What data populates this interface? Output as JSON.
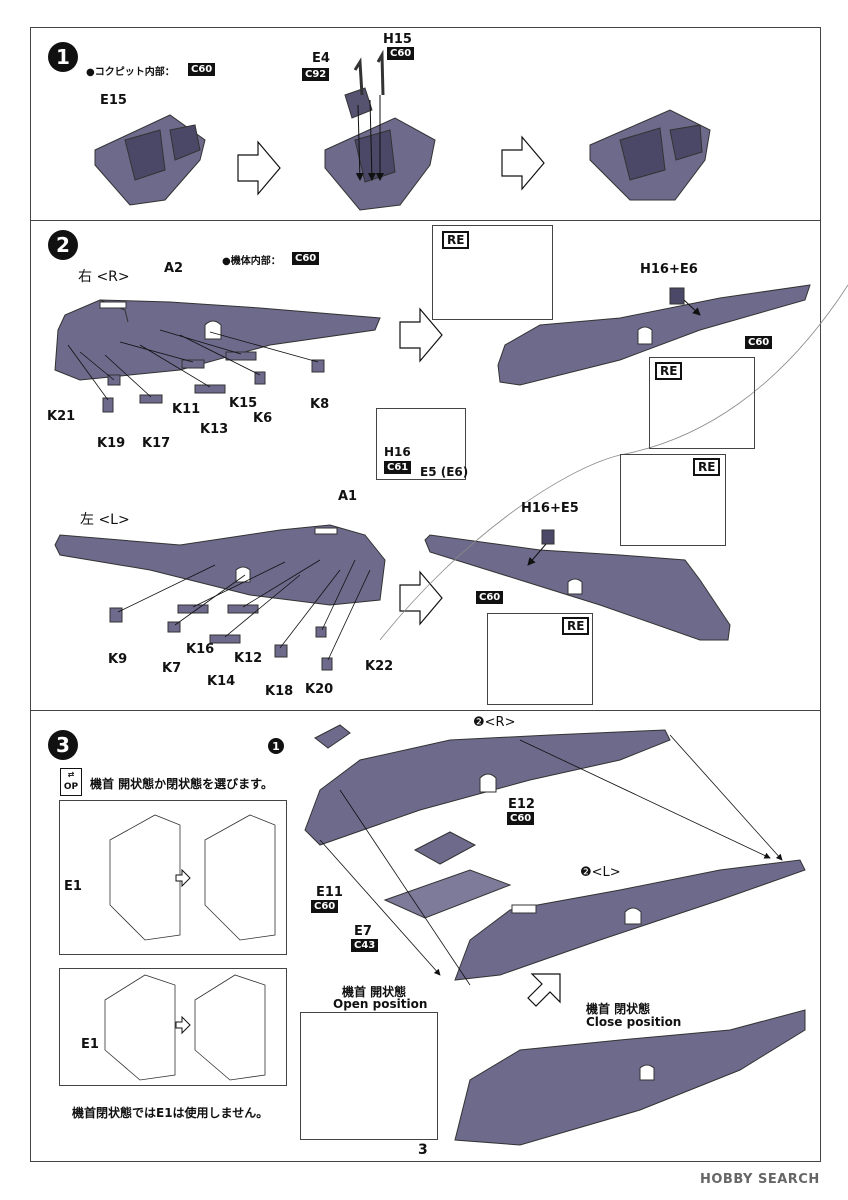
{
  "page_number": "3",
  "watermark": "HOBBY SEARCH",
  "colors": {
    "part": "#6d6a8c",
    "part_dark": "#4a4866",
    "code_bg": "#111111"
  },
  "step1": {
    "number": "1",
    "note": "●コクピット内部：",
    "note_code": "C60",
    "labels": {
      "e15": "E15",
      "e4": "E4",
      "e4_code": "C92",
      "h15": "H15",
      "h15_code": "C60"
    }
  },
  "step2": {
    "number": "2",
    "note": "●機体内部：",
    "note_code": "C60",
    "right_title": "右 <R>",
    "left_title": "左 <L>",
    "a2": "A2",
    "a1": "A1",
    "k_right": [
      "K21",
      "K19",
      "K17",
      "K11",
      "K13",
      "K15",
      "K6",
      "K8"
    ],
    "k_left": [
      "K9",
      "K7",
      "K16",
      "K14",
      "K12",
      "K18",
      "K20",
      "K22"
    ],
    "h16_e6": "H16+E6",
    "h16_e5": "H16+E5",
    "h16": "H16",
    "h16_code": "C61",
    "e5e6": "E5 (E6)",
    "c60": "C60",
    "re": "RE"
  },
  "step3": {
    "number": "3",
    "op_icon_text": "OP",
    "choose_text": "機首 開状態か閉状態を選びます。",
    "step1_ref": "1",
    "r_ref": "❷<R>",
    "l_ref": "❷<L>",
    "e12": "E12",
    "e12_code": "C60",
    "e11": "E11",
    "e11_code": "C60",
    "e7": "E7",
    "e7_code": "C43",
    "e1": "E1",
    "open_jp": "機首 開状態",
    "open_en": "Open position",
    "close_jp": "機首 閉状態",
    "close_en": "Close position",
    "closed_note": "機首閉状態ではE1は使用しません。"
  }
}
